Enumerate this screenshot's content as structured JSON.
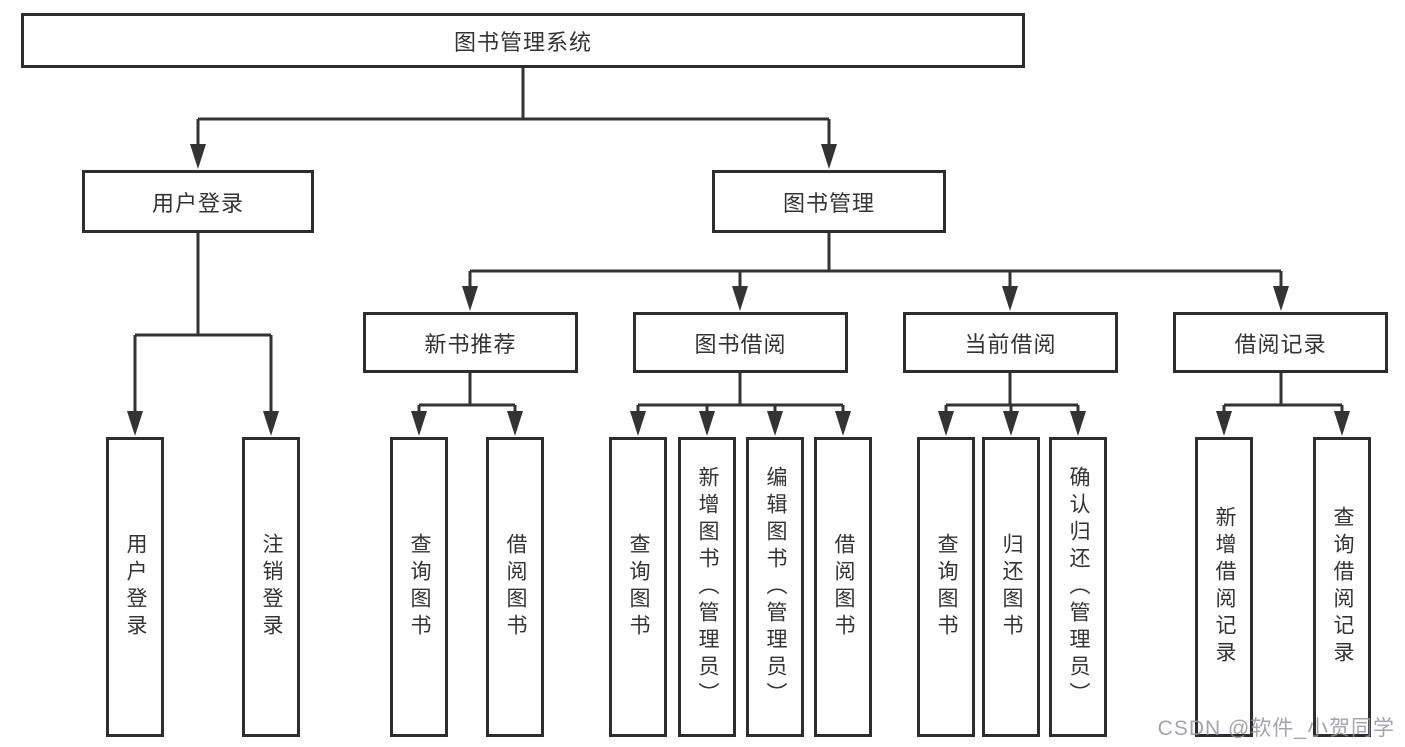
{
  "diagram": {
    "root": "图书管理系统",
    "level2": [
      "用户登录",
      "图书管理"
    ],
    "level3": [
      "新书推荐",
      "图书借阅",
      "当前借阅",
      "借阅记录"
    ],
    "leaves": {
      "user_login": [
        "用户登录",
        "注销登录"
      ],
      "new_book_recommend": [
        "查询图书",
        "借阅图书"
      ],
      "book_borrow": [
        "查询图书",
        "新增图书（管理员）",
        "编辑图书（管理员）",
        "借阅图书"
      ],
      "current_borrow": [
        "查询图书",
        "归还图书",
        "确认归还（管理员）"
      ],
      "borrow_records": [
        "新增借阅记录",
        "查询借阅记录"
      ]
    }
  },
  "watermark": "CSDN @软件_小贺同学",
  "colors": {
    "line": "#333333",
    "box_border": "#2d2d2d",
    "text": "#333333",
    "background": "#ffffff",
    "watermark": "#9494a0"
  }
}
